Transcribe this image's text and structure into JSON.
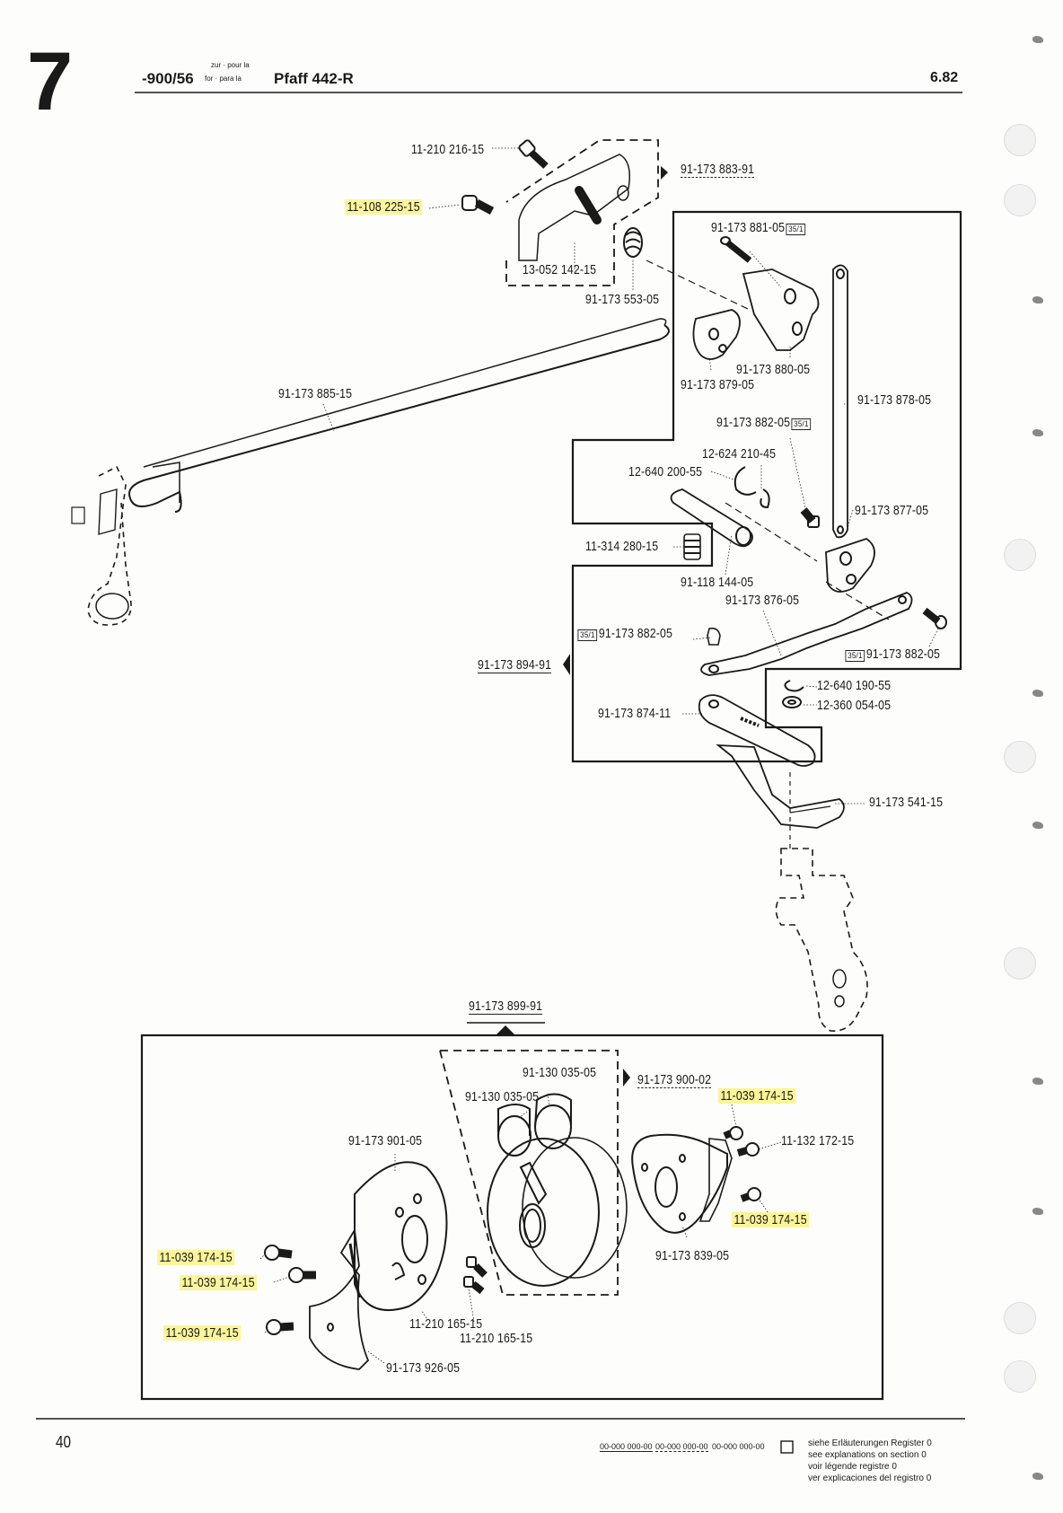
{
  "header": {
    "chapter": "7",
    "model_code": "-900/56",
    "small_top": "zur · pour la",
    "small_bottom": "for · para la",
    "machine": "Pfaff 442-R",
    "date": "6.82"
  },
  "upper_assembly": {
    "screw_a": "11-210 216-15",
    "screw_b": "11-108 225-15",
    "pin": "13-052 142-15",
    "subassembly": "91-173 883-91",
    "spring": "91-173 553-05",
    "rod": "91-173 885-15",
    "stud_881": "91-173 881-05",
    "bracket_880": "91-173 880-05",
    "plate_879": "91-173 879-05",
    "link_878": "91-173 878-05",
    "stud_882a": "91-173 882-05",
    "retainer_210": "12-624 210-45",
    "ring_200": "12-640 200-55",
    "plate_877": "91-173 877-05",
    "set_screw": "11-314 280-15",
    "shaft_144": "91-118 144-05",
    "lever_876": "91-173 876-05",
    "stud_882b": "91-173 882-05",
    "stud_882c": "91-173 882-05",
    "subassembly_894": "91-173 894-91",
    "ring_190": "12-640 190-55",
    "washer_054": "12-360 054-05",
    "lever_874": "91-173 874-11",
    "lever_541": "91-173 541-15",
    "ref_tag": "35/1"
  },
  "lower_assembly": {
    "subassembly_899": "91-173 899-91",
    "bushing_a": "91-130 035-05",
    "bushing_b": "91-130 035-05",
    "subassembly_900": "91-173 900-02",
    "screw_174_a": "11-039 174-15",
    "screw_172": "11-132 172-15",
    "screw_174_b": "11-039 174-15",
    "disc_901": "91-173 901-05",
    "cam_839": "91-173 839-05",
    "screw_174_c": "11-039 174-15",
    "screw_174_d": "11-039 174-15",
    "screw_174_e": "11-039 174-15",
    "screw_165_a": "11-210 165-15",
    "screw_165_b": "11-210 165-15",
    "disc_926": "91-173 926-05"
  },
  "footer": {
    "page": "40",
    "code1": "00-000 000-00",
    "code2": "00-000 000-00",
    "code3": "00-000 000-00",
    "legend_de": "siehe Erläuterungen Register 0",
    "legend_en": "see explanations on section 0",
    "legend_fr": "voir légende registre 0",
    "legend_es": "ver explicaciones del registro 0"
  },
  "colors": {
    "highlight": "#fbf59a",
    "ink": "#1a1a1a"
  }
}
